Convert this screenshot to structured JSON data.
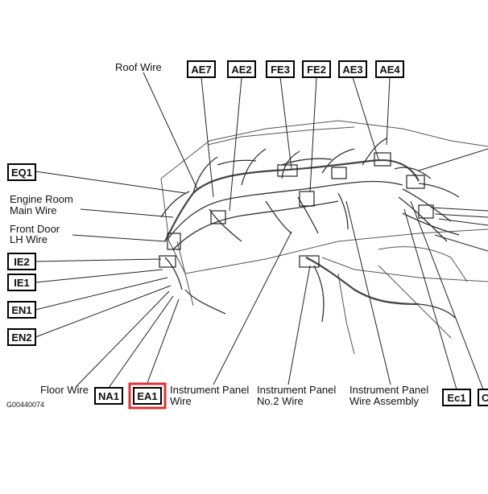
{
  "labels": {
    "roof_wire": "Roof Wire",
    "engine_room_line1": "Engine Room",
    "engine_room_line2": "Main Wire",
    "front_door_line1": "Front Door",
    "front_door_line2": "LH Wire",
    "floor_wire": "Floor Wire",
    "ip_wire_line1": "Instrument Panel",
    "ip_wire_line2": "Wire",
    "ip_no2_line1": "Instrument Panel",
    "ip_no2_line2": "No.2 Wire",
    "ip_assy_line1": "Instrument Panel",
    "ip_assy_line2": "Wire Assembly"
  },
  "codes": {
    "ae7": "AE7",
    "ae2": "AE2",
    "fe3": "FE3",
    "fe2": "FE2",
    "ae3": "AE3",
    "ae4": "AE4",
    "eq1": "EQ1",
    "ie2": "IE2",
    "ie1": "IE1",
    "en1": "EN1",
    "en2": "EN2",
    "na1": "NA1",
    "ea1": "EA1",
    "ec1": "Ec1",
    "cut": "C"
  },
  "figure_number": "G00440074",
  "highlight": {
    "target": "EA1",
    "color": "#e03232"
  }
}
